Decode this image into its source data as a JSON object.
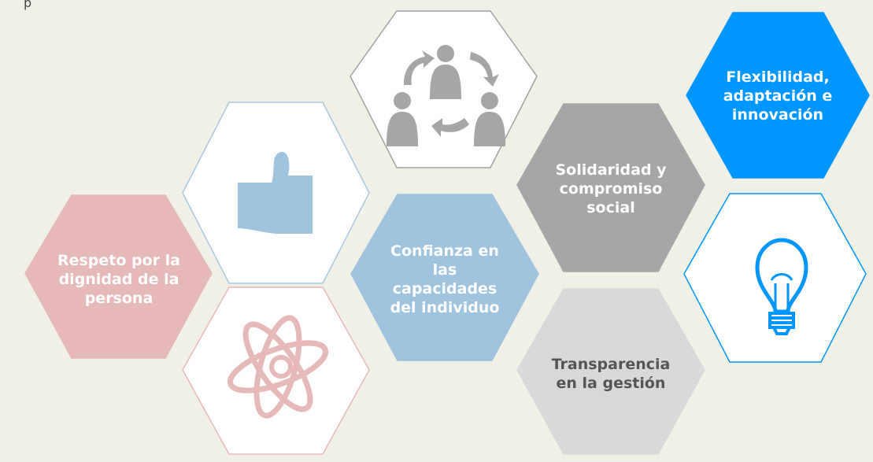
{
  "top_text": "p",
  "values": [
    {
      "id": "respeto",
      "label": "Respeto por la\ndignidad de la\npersona",
      "fill": "#e6b8b8",
      "stroke": "#e6b8b8"
    },
    {
      "id": "confianza",
      "label": "Confianza en\nlas\ncapacidades\ndel individuo",
      "fill": "#9dc3df",
      "stroke": "#9dc3df"
    },
    {
      "id": "solidaridad",
      "label": "Solidaridad y\ncompromiso\nsocial",
      "fill": "#a6a6a6",
      "stroke": "#a6a6a6"
    },
    {
      "id": "flexibilidad",
      "label": "Flexibilidad,\nadaptación e\ninnovación",
      "fill": "#0096ff",
      "stroke": "#0096ff"
    },
    {
      "id": "transparencia",
      "label": "Transparencia\nen la gestión",
      "fill": "#d9d9d9",
      "stroke": "#d9d9d9"
    }
  ],
  "icon_tiles": [
    {
      "id": "thumbs-up",
      "icon": "thumbs-up-icon",
      "stroke": "#a8c8e0",
      "icon_color": "#9dc3df"
    },
    {
      "id": "teamwork",
      "icon": "teamwork-icon",
      "stroke": "#a0a0a0",
      "icon_color": "#a6a6a6"
    },
    {
      "id": "atom",
      "icon": "atom-icon",
      "stroke": "#e6b8b8",
      "icon_color": "#e6b8b8"
    },
    {
      "id": "lightbulb",
      "icon": "lightbulb-icon",
      "stroke": "#0096ff",
      "icon_color": "#0096ff"
    }
  ]
}
